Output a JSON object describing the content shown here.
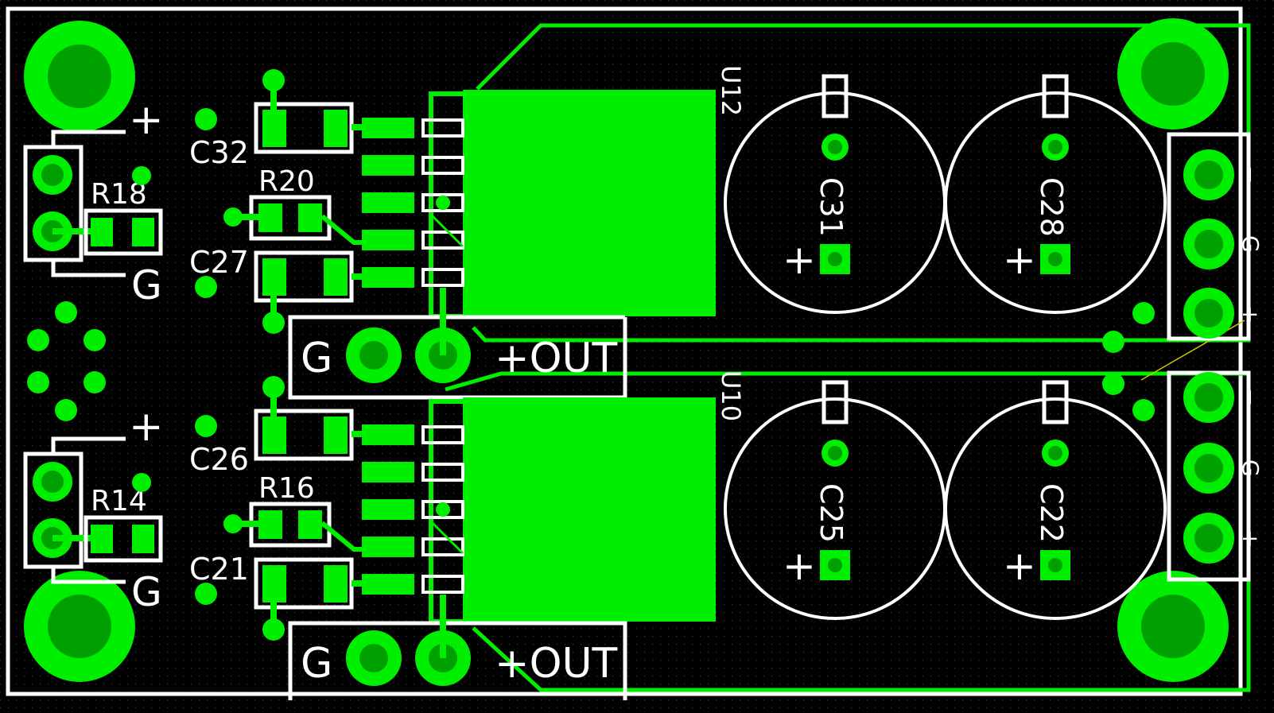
{
  "colors": {
    "background": "#000000",
    "copper": "#00ee00",
    "pad_hole": "#00a000",
    "silkscreen": "#ffffff",
    "stray_trace": "#c8c800"
  },
  "board": {
    "input_plus_top": "+",
    "input_g_top": "G",
    "input_plus_bottom": "+",
    "input_g_bottom": "G"
  },
  "labels": {
    "c32": "C32",
    "c27": "C27",
    "c26": "C26",
    "c21": "C21",
    "r18": "R18",
    "r20": "R20",
    "r14": "R14",
    "r16": "R16",
    "u12": "U12",
    "u10": "U10",
    "c31": "C31",
    "c28": "C28",
    "c25": "C25",
    "c22": "C22"
  },
  "out_headers": {
    "top_g": "G",
    "top_out": "+OUT",
    "bottom_g": "G",
    "bottom_out": "+OUT"
  },
  "cap_polarity": {
    "c31": "+",
    "c28": "+",
    "c25": "+",
    "c22": "+"
  },
  "connectors": {
    "top": [
      "−",
      "G",
      "+"
    ],
    "bottom": [
      "−",
      "G",
      "+"
    ]
  }
}
